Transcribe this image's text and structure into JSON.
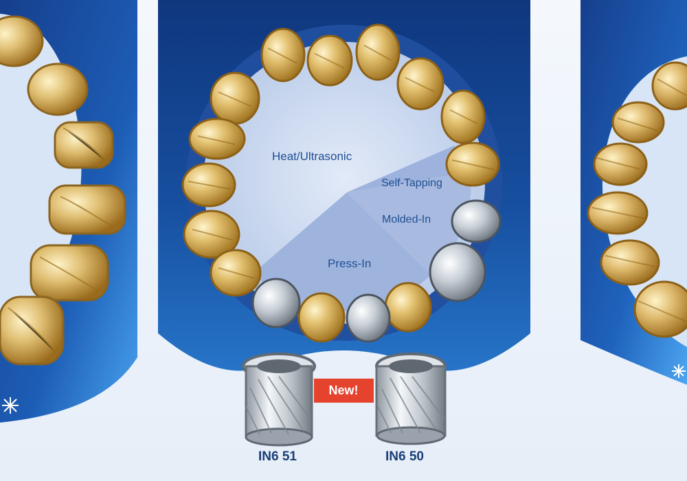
{
  "sections": {
    "heat": "Heat/Ultrasonic",
    "self_tapping": "Self-Tapping",
    "molded": "Molded-In",
    "press": "Press-In"
  },
  "badge": {
    "new": "New!"
  },
  "products": {
    "left": "IN6 51",
    "right": "IN6 50"
  },
  "colors": {
    "navy": "#123c86",
    "blue": "#2d7fd4",
    "pale": "#d7e4f5",
    "brass": "#d8b463",
    "steel": "#a9b1ba",
    "badge": "#e5432e"
  },
  "icons": [
    "brass-insert-icon",
    "steel-insert-icon",
    "snowflake-icon"
  ]
}
